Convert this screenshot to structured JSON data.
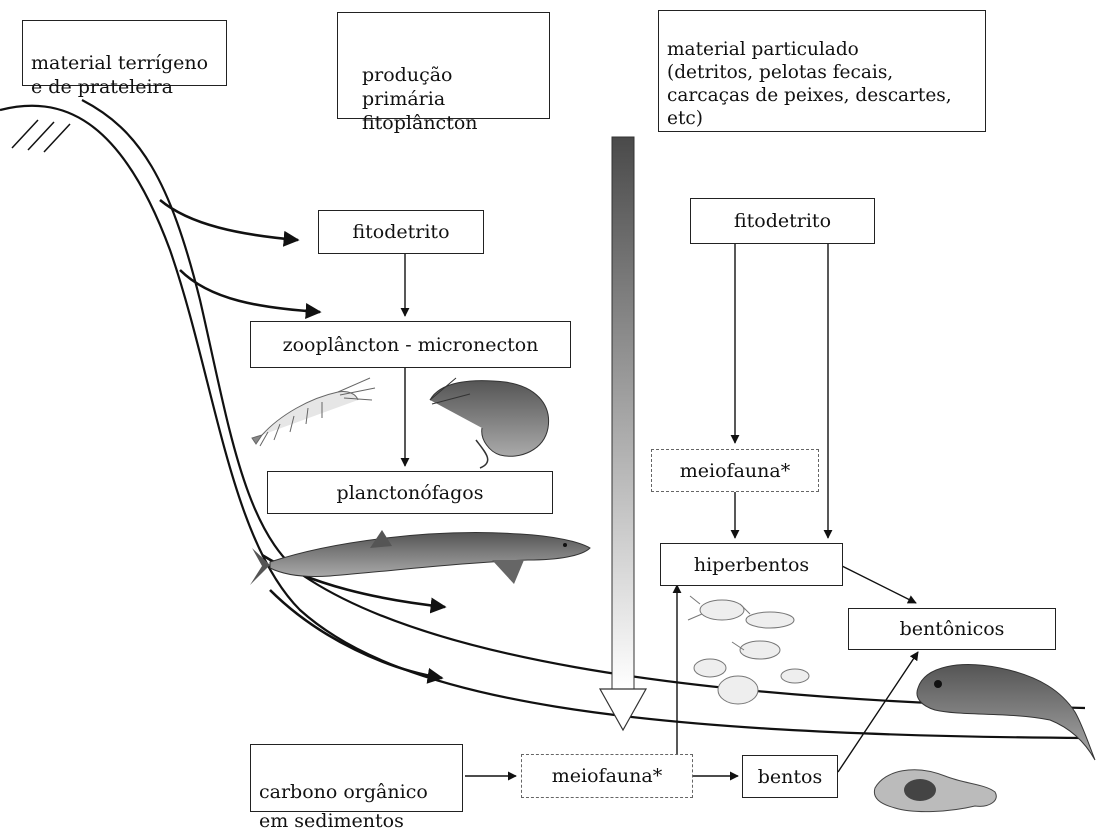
{
  "boxes": {
    "terrigeno": "material terrígeno\ne de prateleira",
    "producao": "produção primária\nfitoplâncton",
    "particulado": "material particulado\n(detritos, pelotas fecais,\ncarcaças de peixes, descartes,\netc)",
    "fitodetrito_left": "fitodetrito",
    "zooplancton": "zooplâncton - micronecton",
    "planctonofagos": "planctonófagos",
    "fitodetrito_right": "fitodetrito",
    "meiofauna_upper": "meiofauna*",
    "hiperbentos": "hiperbentos",
    "bentonicos": "bentônicos",
    "carbono": "carbono orgânico\nem sedimentos",
    "meiofauna_lower": "meiofauna*",
    "bentos": "bentos"
  },
  "colors": {
    "line": "#111111",
    "gradient_top": "#4a4a4a",
    "gradient_bottom": "#ffffff"
  },
  "icons": [
    "shrimp-icon",
    "prawn-icon",
    "shark-icon",
    "amphipod-icon",
    "deep-sea-fish-icon",
    "benthic-shrimp-icon"
  ]
}
